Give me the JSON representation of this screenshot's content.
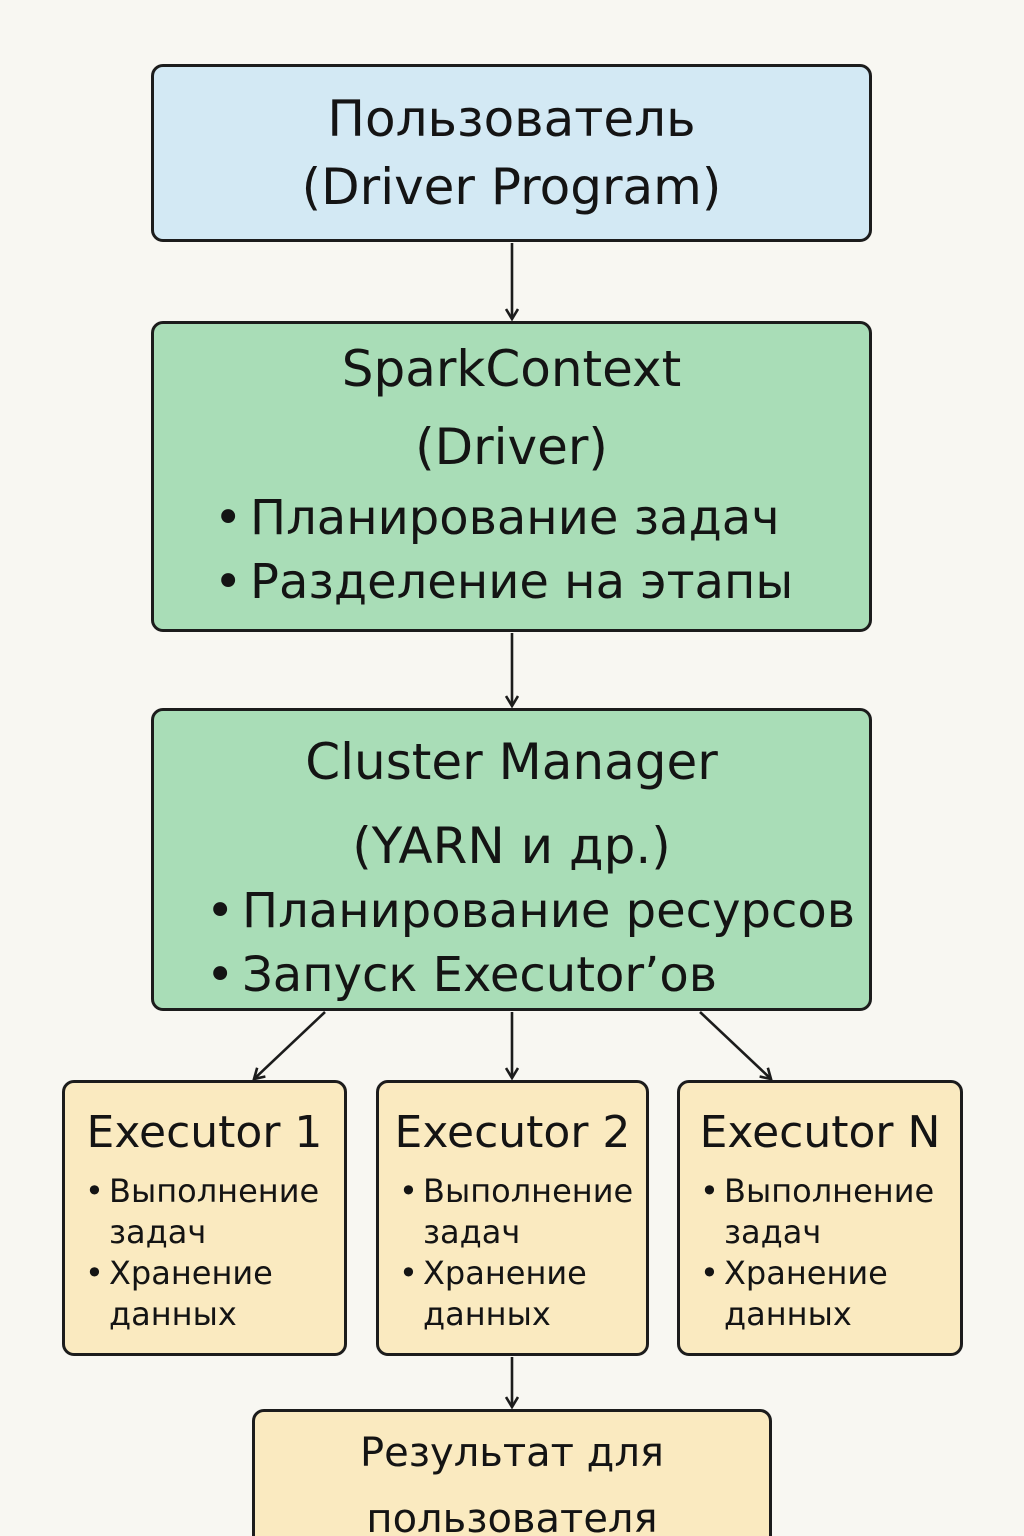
{
  "user_box": {
    "title_line1": "Пользователь",
    "title_line2": "(Driver Program)"
  },
  "spark_box": {
    "title_line1": "SparkContext",
    "title_line2": "(Driver)",
    "bullets": [
      "Планирование задач",
      "Разделение на этапы"
    ]
  },
  "cluster_box": {
    "title_line1": "Cluster Manager",
    "title_line2": "(YARN и др.)",
    "bullets": [
      "Планирование ресурсов",
      "Запуск Executor’ов"
    ]
  },
  "executors": [
    {
      "title": "Executor 1",
      "bullets": [
        {
          "line1": "Выполнение",
          "line2": "задач"
        },
        {
          "line1": "Хранение",
          "line2": "данных"
        }
      ]
    },
    {
      "title": "Executor 2",
      "bullets": [
        {
          "line1": "Выполнение",
          "line2": "задач"
        },
        {
          "line1": "Хранение",
          "line2": "данных"
        }
      ]
    },
    {
      "title": "Executor N",
      "bullets": [
        {
          "line1": "Выполнение",
          "line2": "задач"
        },
        {
          "line1": "Хранение",
          "line2": "данных"
        }
      ]
    }
  ],
  "result_box": {
    "title_line1": "Результат для",
    "title_line2": "пользователя"
  },
  "bullet_glyph": "•",
  "colors": {
    "user_fill": "#d3e9f4",
    "driver_fill": "#a9ddb7",
    "executor_fill": "#faeac0",
    "border": "#1c1c1c",
    "background": "#f8f7f2"
  }
}
